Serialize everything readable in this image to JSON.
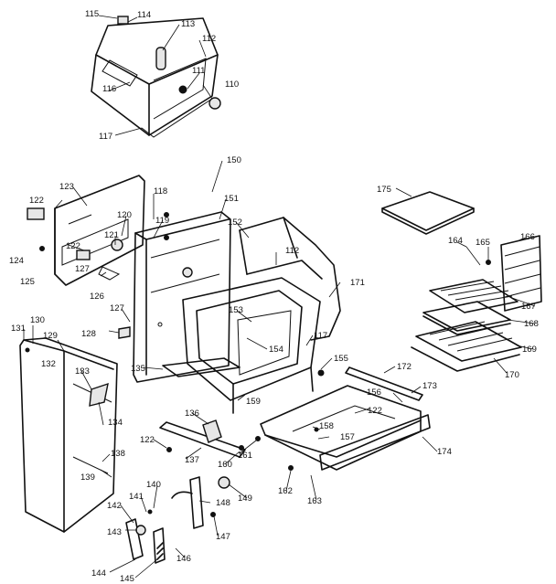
{
  "labels": [
    {
      "key": "p115",
      "text": "115"
    },
    {
      "key": "p114",
      "text": "114"
    },
    {
      "key": "p113",
      "text": "113"
    },
    {
      "key": "p112a",
      "text": "112"
    },
    {
      "key": "p111",
      "text": "111"
    },
    {
      "key": "p110",
      "text": "110"
    },
    {
      "key": "p116",
      "text": "116"
    },
    {
      "key": "p117a",
      "text": "117"
    },
    {
      "key": "p150",
      "text": "150"
    },
    {
      "key": "p151",
      "text": "151"
    },
    {
      "key": "p152",
      "text": "152"
    },
    {
      "key": "p118",
      "text": "118"
    },
    {
      "key": "p119",
      "text": "119"
    },
    {
      "key": "p120",
      "text": "120"
    },
    {
      "key": "p121",
      "text": "121"
    },
    {
      "key": "p122a",
      "text": "122"
    },
    {
      "key": "p123",
      "text": "123"
    },
    {
      "key": "p122b",
      "text": "122"
    },
    {
      "key": "p124",
      "text": "124"
    },
    {
      "key": "p127a",
      "text": "127"
    },
    {
      "key": "p125",
      "text": "125"
    },
    {
      "key": "p126",
      "text": "126"
    },
    {
      "key": "p112b",
      "text": "112"
    },
    {
      "key": "p171",
      "text": "171"
    },
    {
      "key": "p153",
      "text": "153"
    },
    {
      "key": "p154",
      "text": "154"
    },
    {
      "key": "p117b",
      "text": "117"
    },
    {
      "key": "p127b",
      "text": "127"
    },
    {
      "key": "p128",
      "text": "128"
    },
    {
      "key": "p131",
      "text": "131"
    },
    {
      "key": "p130",
      "text": "130"
    },
    {
      "key": "p129",
      "text": "129"
    },
    {
      "key": "p132",
      "text": "132"
    },
    {
      "key": "p133",
      "text": "133"
    },
    {
      "key": "p134",
      "text": "134"
    },
    {
      "key": "p135",
      "text": "135"
    },
    {
      "key": "p159",
      "text": "159"
    },
    {
      "key": "p155",
      "text": "155"
    },
    {
      "key": "p172",
      "text": "172"
    },
    {
      "key": "p156",
      "text": "156"
    },
    {
      "key": "p173",
      "text": "173"
    },
    {
      "key": "p175",
      "text": "175"
    },
    {
      "key": "p164",
      "text": "164"
    },
    {
      "key": "p165",
      "text": "165"
    },
    {
      "key": "p166",
      "text": "166"
    },
    {
      "key": "p167",
      "text": "167"
    },
    {
      "key": "p168",
      "text": "168"
    },
    {
      "key": "p169",
      "text": "169"
    },
    {
      "key": "p170",
      "text": "170"
    },
    {
      "key": "p136",
      "text": "136"
    },
    {
      "key": "p122c",
      "text": "122"
    },
    {
      "key": "p137",
      "text": "137"
    },
    {
      "key": "p138",
      "text": "138"
    },
    {
      "key": "p139",
      "text": "139"
    },
    {
      "key": "p160",
      "text": "160"
    },
    {
      "key": "p161",
      "text": "161"
    },
    {
      "key": "p122d",
      "text": "122"
    },
    {
      "key": "p158",
      "text": "158"
    },
    {
      "key": "p157",
      "text": "157"
    },
    {
      "key": "p174",
      "text": "174"
    },
    {
      "key": "p162",
      "text": "162"
    },
    {
      "key": "p163",
      "text": "163"
    },
    {
      "key": "p149",
      "text": "149"
    },
    {
      "key": "p140",
      "text": "140"
    },
    {
      "key": "p141",
      "text": "141"
    },
    {
      "key": "p142",
      "text": "142"
    },
    {
      "key": "p143",
      "text": "143"
    },
    {
      "key": "p148",
      "text": "148"
    },
    {
      "key": "p147",
      "text": "147"
    },
    {
      "key": "p146",
      "text": "146"
    },
    {
      "key": "p144",
      "text": "144"
    },
    {
      "key": "p145",
      "text": "145"
    }
  ]
}
